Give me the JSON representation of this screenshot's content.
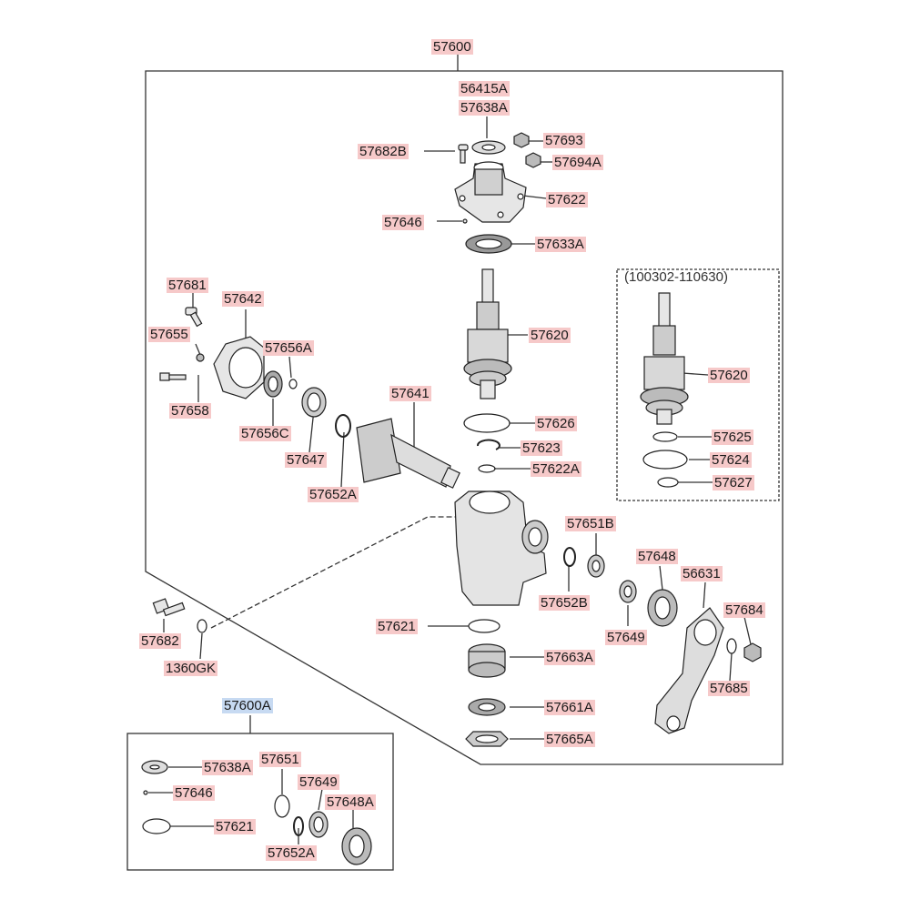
{
  "diagram": {
    "assembly_label": "57600",
    "variant_note": "(100302-110630)",
    "kit_label": "57600A",
    "parts": {
      "p56415A": "56415A",
      "p57638A": "57638A",
      "p57682B": "57682B",
      "p57693": "57693",
      "p57694A": "57694A",
      "p57622": "57622",
      "p57646": "57646",
      "p57633A": "57633A",
      "p57681": "57681",
      "p57642": "57642",
      "p57655": "57655",
      "p57656A": "57656A",
      "p57658": "57658",
      "p57656C": "57656C",
      "p57647": "57647",
      "p57641": "57641",
      "p57652A": "57652A",
      "p57620": "57620",
      "p57626": "57626",
      "p57623": "57623",
      "p57622A": "57622A",
      "p57620b": "57620",
      "p57625": "57625",
      "p57624": "57624",
      "p57627": "57627",
      "p57651B": "57651B",
      "p57652B": "57652B",
      "p57648": "57648",
      "p56631": "56631",
      "p57684": "57684",
      "p57649": "57649",
      "p57685": "57685",
      "p57621": "57621",
      "p57682": "57682",
      "p1360GK": "1360GK",
      "p57663A": "57663A",
      "p57661A": "57661A",
      "p57665A": "57665A"
    },
    "kit_parts": {
      "k57638A": "57638A",
      "k57651": "57651",
      "k57646": "57646",
      "k57649": "57649",
      "k57648A": "57648A",
      "k57621": "57621",
      "k57652A": "57652A"
    }
  }
}
